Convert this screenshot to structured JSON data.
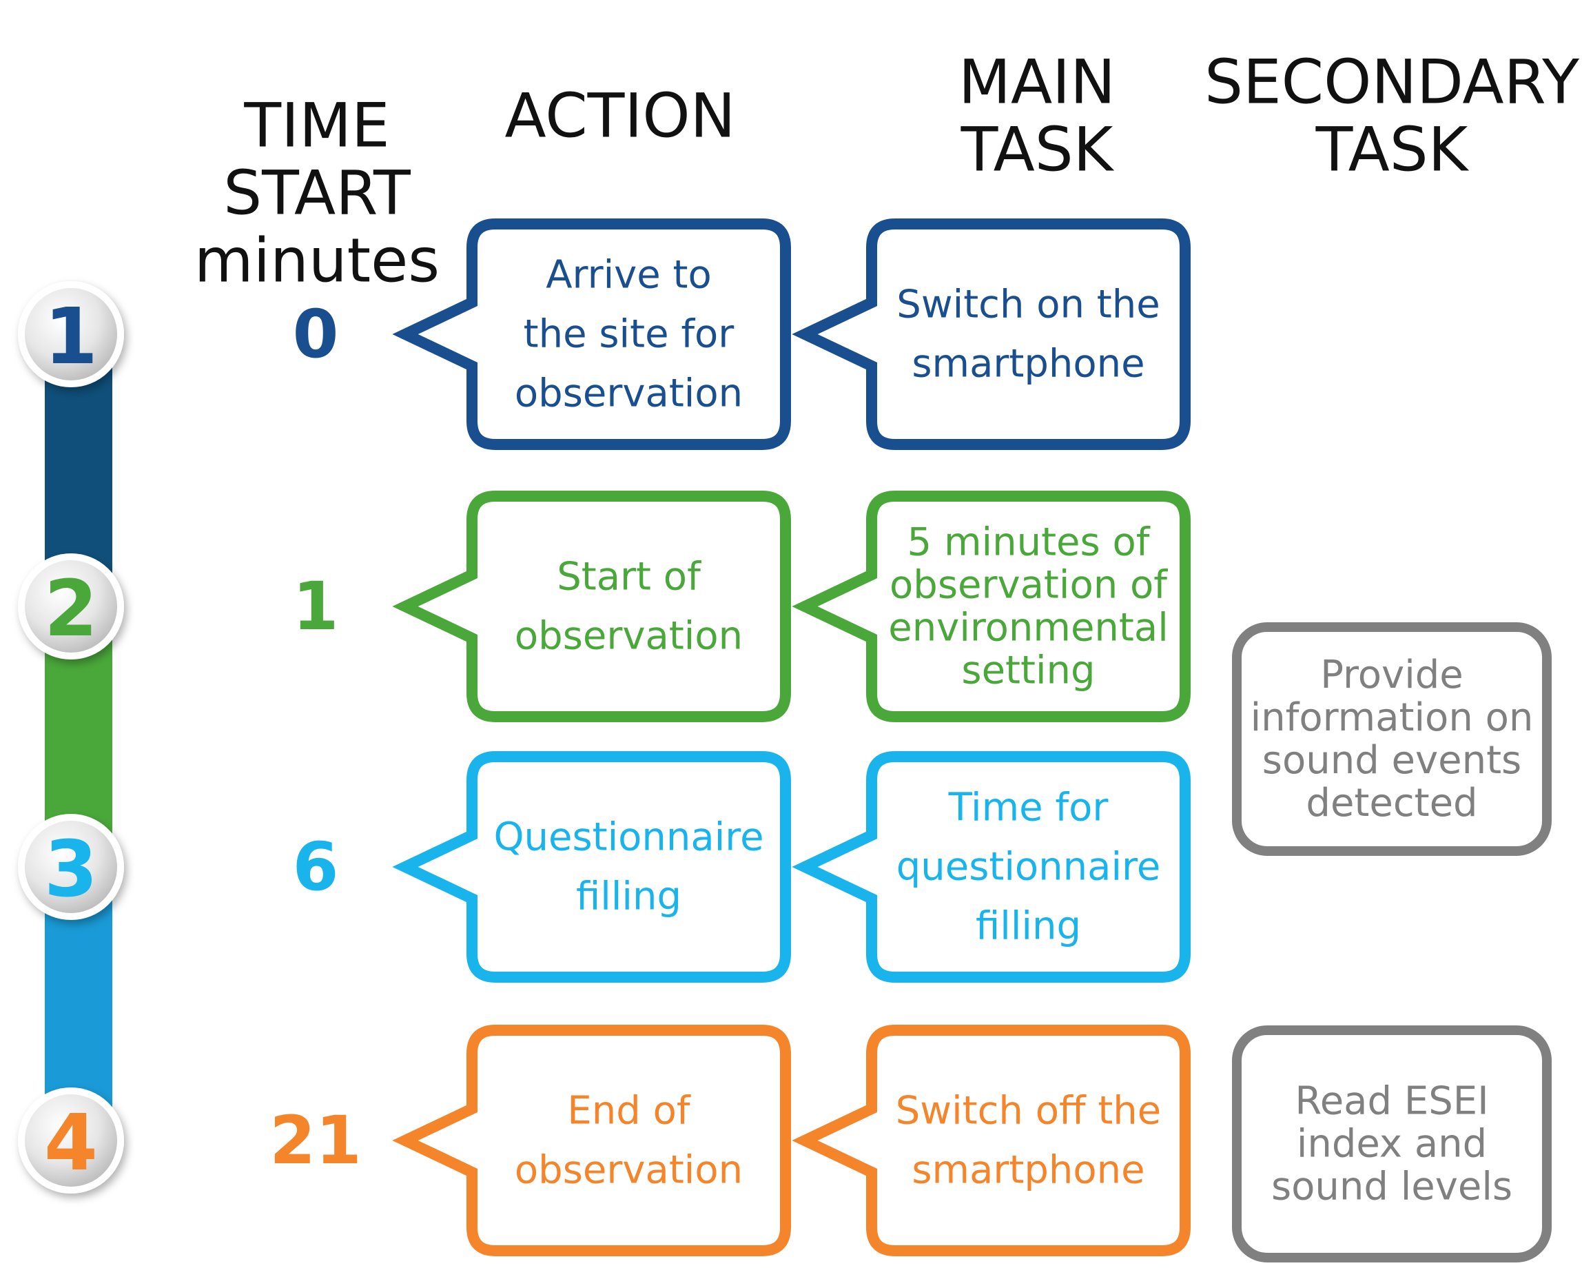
{
  "headers": {
    "time": [
      "TIME",
      "START",
      "minutes"
    ],
    "action": [
      "ACTION"
    ],
    "main": [
      "MAIN",
      "TASK"
    ],
    "secondary": [
      "SECONDARY",
      "TASK"
    ]
  },
  "steps": [
    {
      "number": "1",
      "time": "0",
      "color": "#1a4f8f",
      "bar_color": "#0f4f79",
      "action": [
        "Arrive to",
        "the site for",
        "observation"
      ],
      "main": [
        "Switch on the",
        "smartphone"
      ]
    },
    {
      "number": "2",
      "time": "1",
      "color": "#4aa83a",
      "bar_color": "#4aa83a",
      "action": [
        "Start of",
        "observation"
      ],
      "main": [
        "5 minutes of",
        "observation of",
        "environmental",
        "setting"
      ]
    },
    {
      "number": "3",
      "time": "6",
      "color": "#19b4ec",
      "bar_color": "#1a9ad6",
      "action": [
        "Questionnaire",
        "filling"
      ],
      "main": [
        "Time for",
        "questionnaire",
        "filling"
      ]
    },
    {
      "number": "4",
      "time": "21",
      "color": "#f5852a",
      "bar_color": "#f5852a",
      "action": [
        "End of",
        "observation"
      ],
      "main": [
        "Switch off the",
        "smartphone"
      ]
    }
  ],
  "secondary_tasks": [
    {
      "lines": [
        "Provide",
        "information on",
        "sound events",
        "detected"
      ],
      "color": "#808080"
    },
    {
      "lines": [
        "Read ESEI",
        "index and",
        "sound levels"
      ],
      "color": "#808080"
    }
  ]
}
